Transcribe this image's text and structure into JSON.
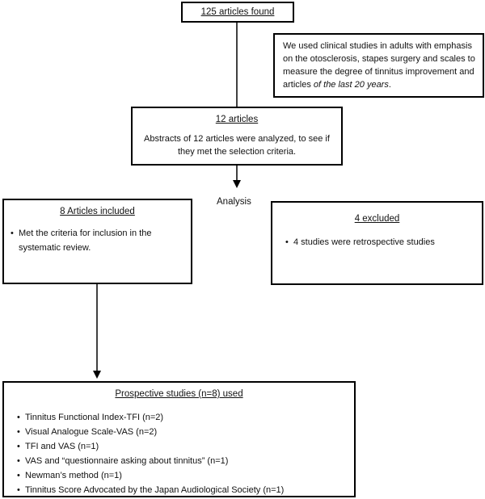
{
  "found": {
    "title": "125 articles found"
  },
  "note": {
    "text_plain": "We used clinical studies in adults with emphasis on the otosclerosis, stapes surgery and scales to measure the degree of tinnitus improvement and articles ",
    "text_italic": "of the last 20 years",
    "text_end": "."
  },
  "screened": {
    "title": "12 articles",
    "body": "Abstracts of 12 articles were analyzed, to see if they met the selection criteria."
  },
  "analysis_label": "Analysis",
  "included": {
    "title": "8 Articles included",
    "items": [
      "Met the criteria for inclusion in the systematic review."
    ]
  },
  "excluded": {
    "title": "4 excluded",
    "items": [
      "4 studies were retrospective studies"
    ]
  },
  "prospective": {
    "title": "Prospective studies (n=8) used",
    "items": [
      "Tinnitus Functional Index-TFI (n=2)",
      "Visual Analogue Scale-VAS (n=2)",
      "TFI and VAS (n=1)",
      "VAS and “questionnaire asking about tinnitus” (n=1)",
      "Newman’s method (n=1)",
      "Tinnitus Score Advocated by the Japan Audiological Society (n=1)"
    ]
  }
}
